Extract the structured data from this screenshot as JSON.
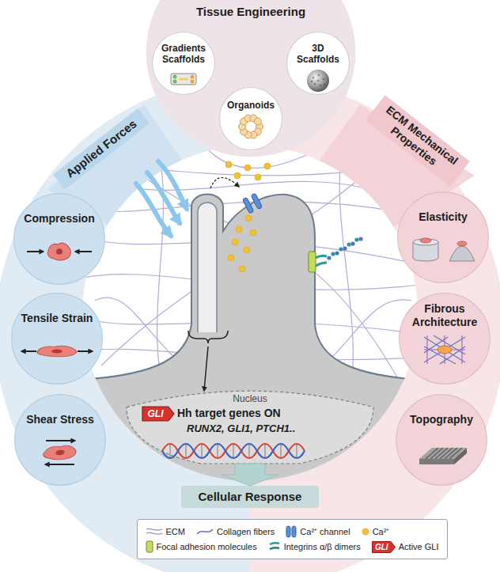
{
  "diagram": {
    "nodes": [
      {
        "text": [
          "Tissue Engineering"
        ]
      },
      {
        "text": [
          "Gradients Scaffolds"
        ],
        "in": 0
      },
      {
        "text": [
          "3D Scaffolds"
        ],
        "in": 0
      },
      {
        "text": [
          "Organoids"
        ],
        "in": 0
      },
      {
        "text": [
          "Applied Forces"
        ]
      },
      {
        "text": [
          "ECM Mechanical Properties"
        ]
      },
      {
        "text": [
          "Compression"
        ]
      },
      {
        "text": [
          "Tensile Strain"
        ]
      },
      {
        "text": [
          "Shear Stress"
        ]
      },
      {
        "text": [
          "Elasticity"
        ]
      },
      {
        "text": [
          "Fibrous Architecture"
        ]
      },
      {
        "text": [
          "Topography"
        ]
      },
      {
        "text": [
          "Nucleus",
          "Hh target genes ON",
          "RUNX2, GLI1, PTCH1.."
        ]
      },
      {
        "text": [
          "GLI"
        ],
        "in": 12
      },
      {
        "text": [
          "Cellular Response"
        ]
      }
    ],
    "edges": [
      {
        "from": 12,
        "to": 14,
        "arrow": "to"
      }
    ],
    "labels": [
      "GLI"
    ],
    "legend": [
      {
        "text": "ECM"
      },
      {
        "text": "Collagen fibers"
      },
      {
        "text": "Ca²⁺ channel"
      },
      {
        "text": "Ca²⁺",
        "color": "#f2c12e"
      },
      {
        "text": "Focal adhesion molecules"
      },
      {
        "text": "Integrins α/β dimers"
      },
      {
        "text": "Active GLI"
      }
    ]
  }
}
